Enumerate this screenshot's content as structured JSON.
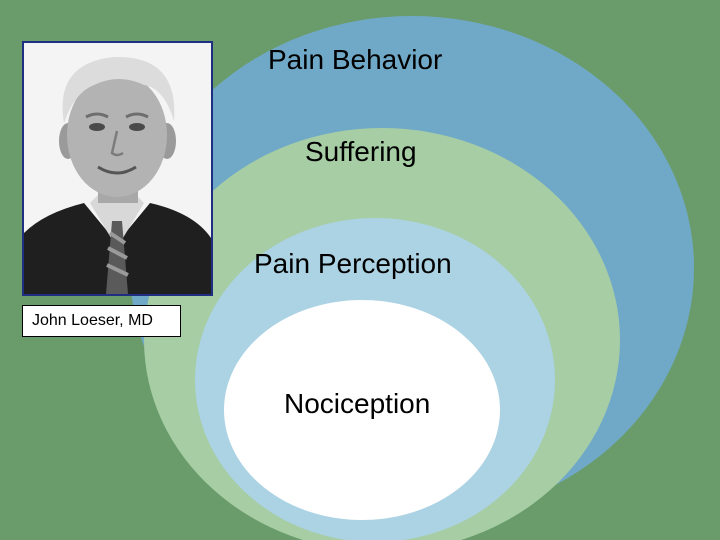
{
  "colors": {
    "background": "#6a9c6b",
    "pain_behavior_ring": "#70a9c8",
    "suffering_ring": "#a6cda4",
    "pain_perception_ring": "#acd3e4",
    "nociception_core": "#ffffff",
    "photo_border": "#1e2e80"
  },
  "layers": [
    {
      "key": "pain_behavior",
      "label": "Pain Behavior"
    },
    {
      "key": "suffering",
      "label": "Suffering"
    },
    {
      "key": "pain_perception",
      "label": "Pain Perception"
    },
    {
      "key": "nociception",
      "label": "Nociception"
    }
  ],
  "portrait": {
    "caption": "John Loeser, MD",
    "icon": "portrait-photo-icon"
  }
}
